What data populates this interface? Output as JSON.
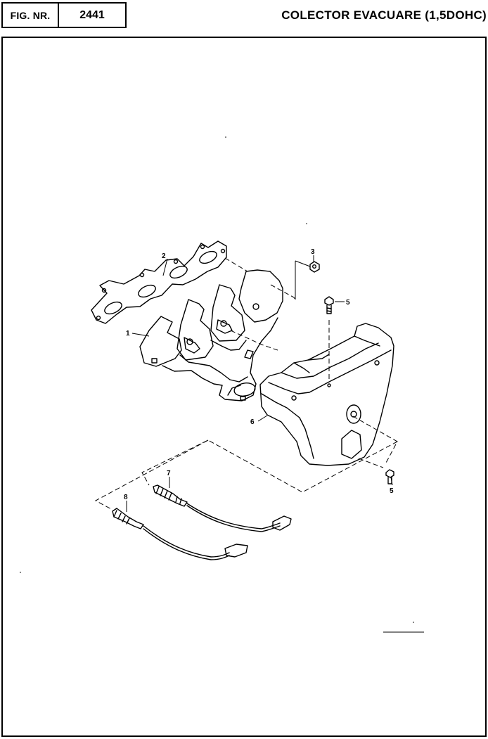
{
  "header": {
    "fig_label": "FIG. NR.",
    "fig_number": "2441",
    "title": "COLECTOR EVACUARE (1,5DOHC)"
  },
  "callouts": {
    "p1": "1",
    "p2": "2",
    "p3": "3",
    "p5a": "5",
    "p5b": "5",
    "p6": "6",
    "p7": "7",
    "p8": "8"
  }
}
